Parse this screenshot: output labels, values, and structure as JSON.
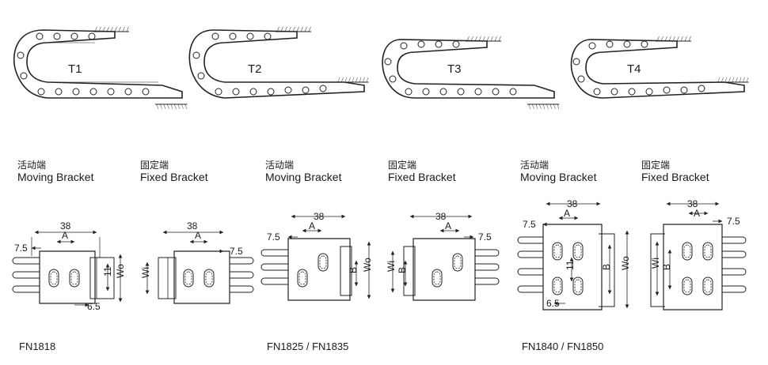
{
  "chains": [
    {
      "label": "T1"
    },
    {
      "label": "T2"
    },
    {
      "label": "T3"
    },
    {
      "label": "T4"
    }
  ],
  "brackets": [
    {
      "cn": "活动端",
      "en": "Moving Bracket"
    },
    {
      "cn": "固定端",
      "en": "Fixed Bracket"
    },
    {
      "cn": "活动端",
      "en": "Moving Bracket"
    },
    {
      "cn": "固定端",
      "en": "Fixed Bracket"
    },
    {
      "cn": "活动端",
      "en": "Moving Bracket"
    },
    {
      "cn": "固定端",
      "en": "Fixed Bracket"
    }
  ],
  "dims": {
    "d38": "38",
    "d7_5": "7.5",
    "dA": "A",
    "dB": "B",
    "d11": "11",
    "dWo": "Wo",
    "dWi": "Wi",
    "d6_5": "6.5"
  },
  "models": [
    "FN1818",
    "FN1825 / FN1835",
    "FN1840 / FN1850"
  ]
}
